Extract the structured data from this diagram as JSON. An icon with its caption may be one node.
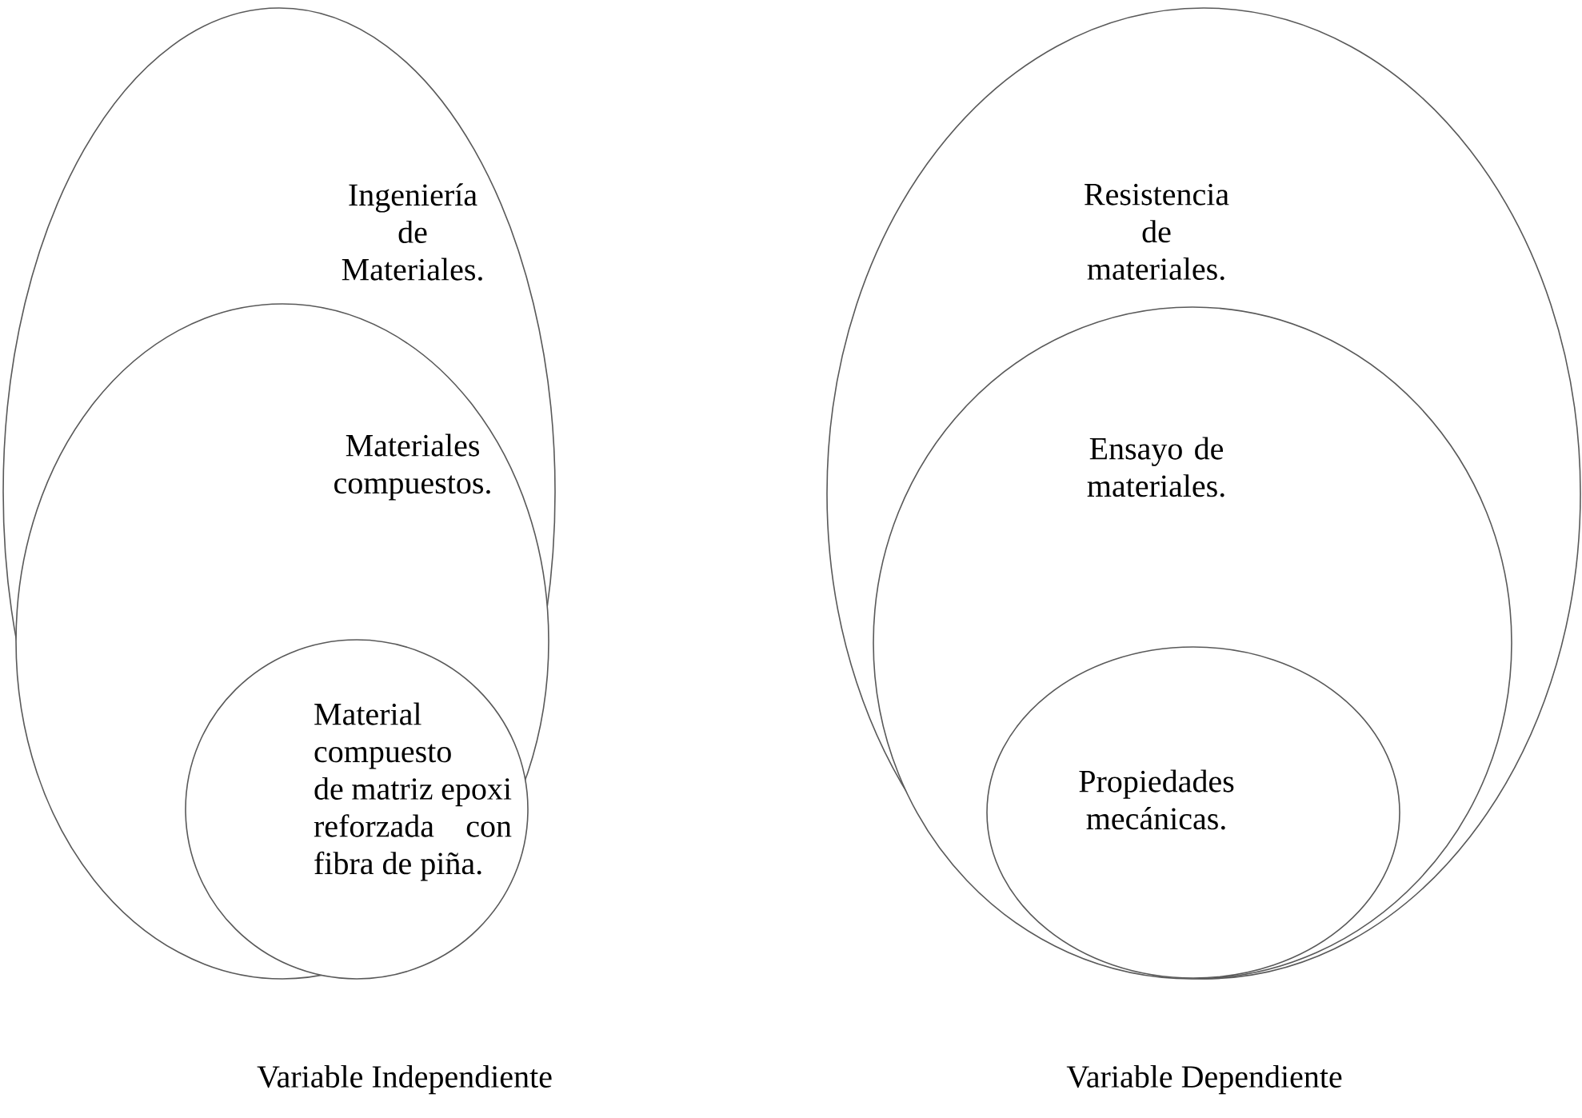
{
  "diagram": {
    "nodes": [
      {
        "text": [
          "Ingeniería de Materiales."
        ]
      },
      {
        "text": [
          "Materiales compuestos."
        ],
        "in": 0
      },
      {
        "text": [
          "Material compuesto de matriz epoxi reforzada con fibra de piña."
        ],
        "in": 1
      },
      {
        "text": [
          "Resistencia de materiales."
        ]
      },
      {
        "text": [
          "Ensayo de materiales."
        ],
        "in": 3
      },
      {
        "text": [
          "Propiedades mecánicas."
        ],
        "in": 4
      }
    ],
    "labels": [
      "Variable Independiente",
      "Variable Dependiente"
    ]
  }
}
